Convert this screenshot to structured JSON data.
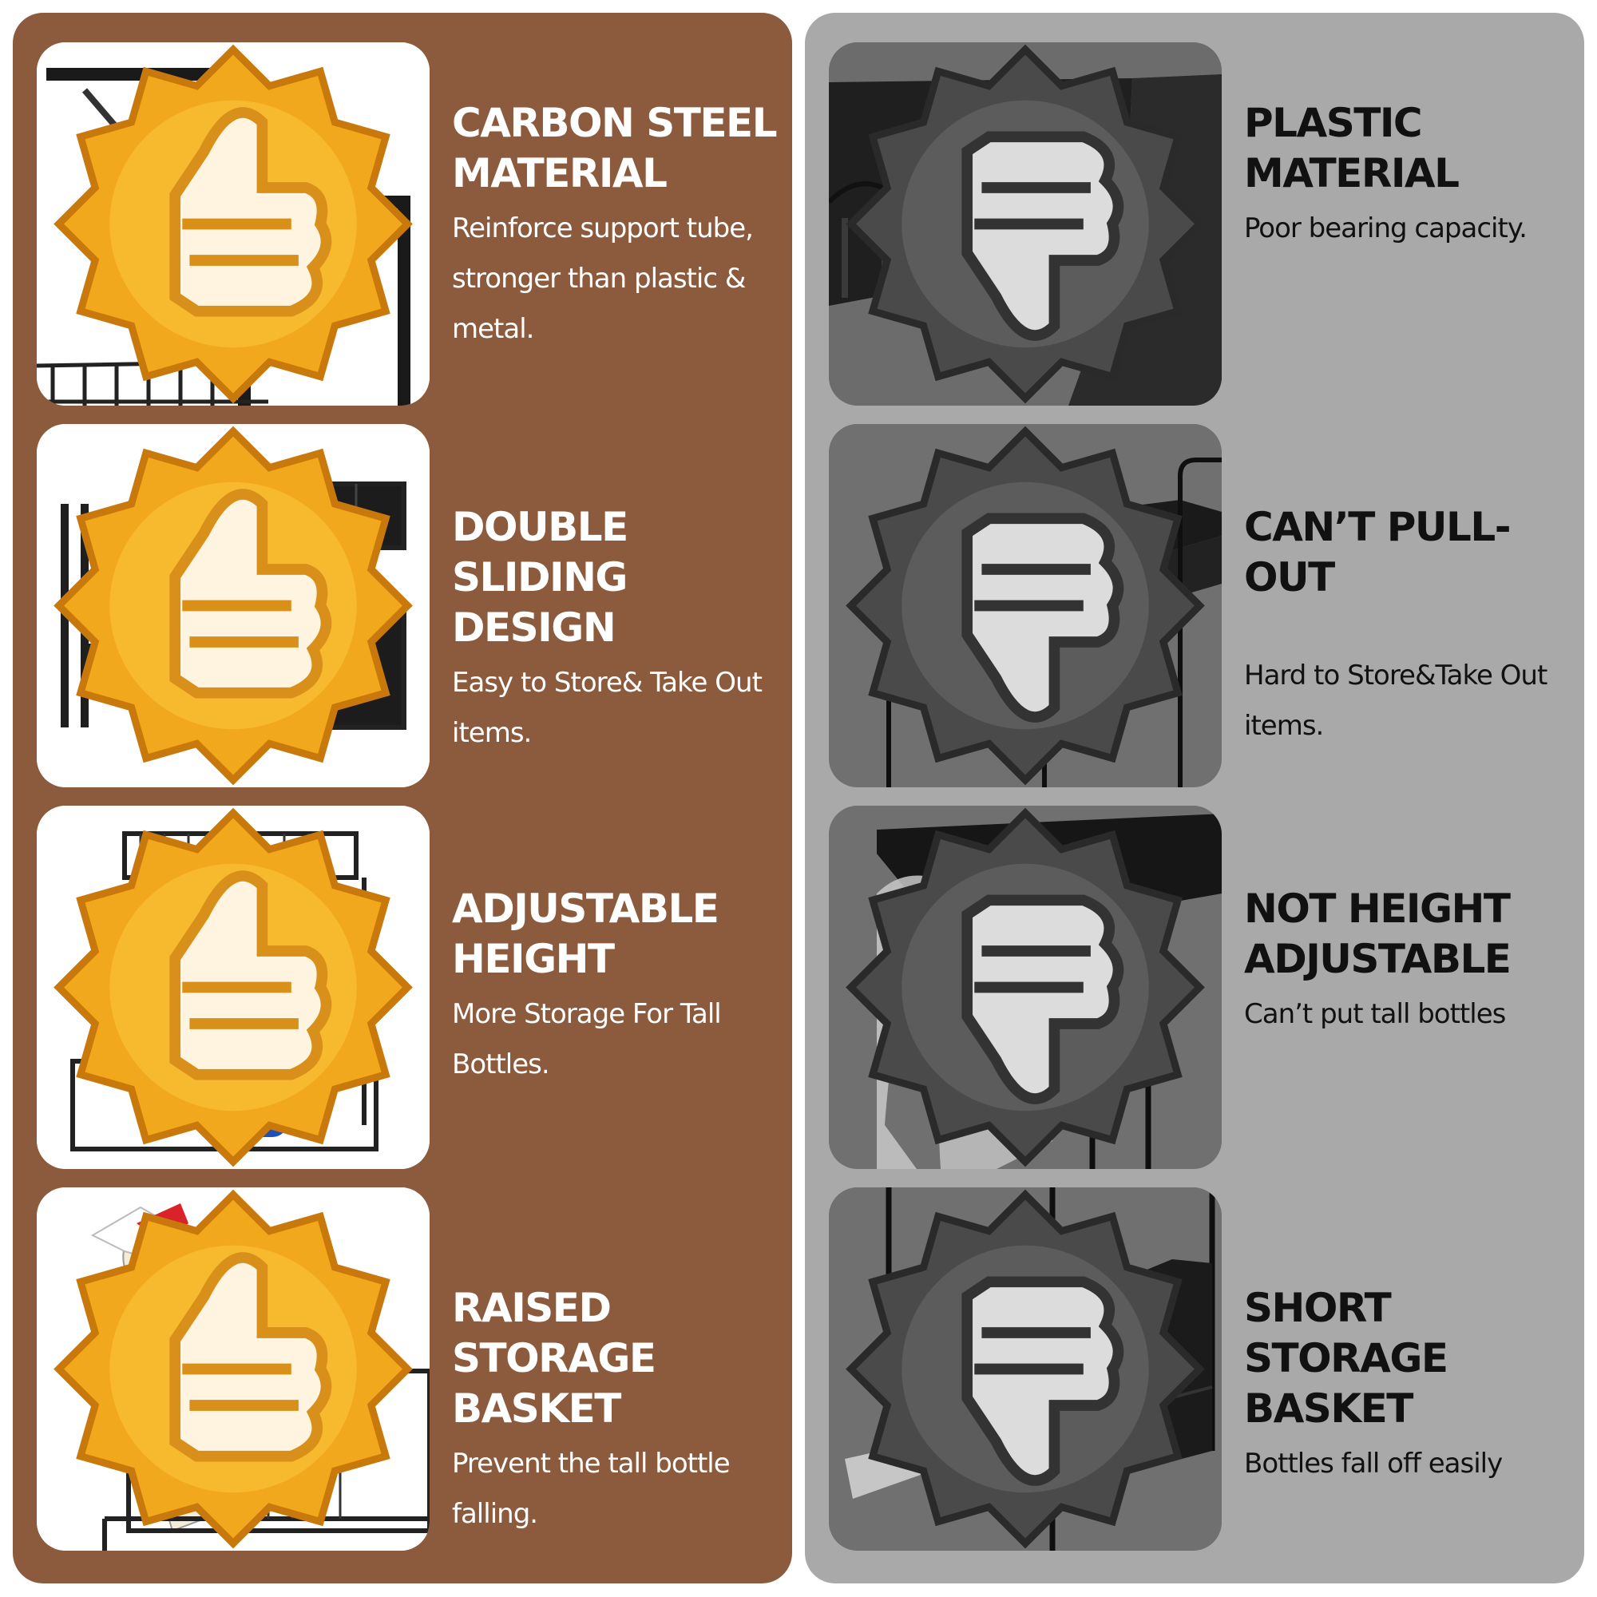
{
  "colors": {
    "pro_panel": "#8c5a3c",
    "con_panel": "#a9a9a9",
    "card_dark": "#707070",
    "badge_gold": "#f2a81d"
  },
  "pros": [
    {
      "title": "CARBON STEEL\nMATERIAL",
      "desc": "Reinforce support tube,\nstronger than plastic &\nmetal.",
      "icon": "thumbs-up-icon"
    },
    {
      "title": "DOUBLE SLIDING\nDESIGN",
      "desc": "Easy to Store& Take Out\nitems.",
      "icon": "thumbs-up-icon"
    },
    {
      "title": "ADJUSTABLE\nHEIGHT",
      "desc": "More Storage For Tall\nBottles.",
      "icon": "thumbs-up-icon"
    },
    {
      "title": "RAISED STORAGE\nBASKET",
      "desc": "Prevent the tall bottle\nfalling.",
      "icon": "thumbs-up-icon"
    }
  ],
  "cons": [
    {
      "title": "PLASTIC\nMATERIAL",
      "desc": "Poor bearing capacity.",
      "icon": "thumbs-down-icon"
    },
    {
      "title": "CAN’T PULL-OUT",
      "desc": "Hard to Store&Take Out\nitems.",
      "icon": "thumbs-down-icon"
    },
    {
      "title": "NOT HEIGHT\nADJUSTABLE",
      "desc": "Can’t put tall bottles",
      "icon": "thumbs-down-icon"
    },
    {
      "title": "SHORT STORAGE\nBASKET",
      "desc": "Bottles fall off easily",
      "icon": "thumbs-down-icon"
    }
  ]
}
